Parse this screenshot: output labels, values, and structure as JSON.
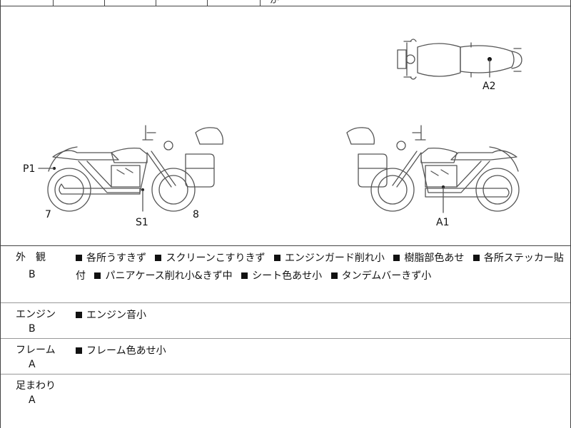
{
  "top": {
    "cut_text": "が　　　　　　　"
  },
  "diagram": {
    "labels": {
      "p1": "P1",
      "s1": "S1",
      "a1": "A1",
      "a2": "A2",
      "left_num": "7",
      "right_num": "8"
    }
  },
  "sections": [
    {
      "label": "外　観",
      "grade": "B",
      "line1": [
        "各所うすきず",
        "スクリーンこすりきず",
        "エンジンガード削れ小",
        "樹脂部色あせ",
        "各所ステッカー貼"
      ],
      "line2_prefix": "付",
      "line2": [
        "パニアケース削れ小&きず中",
        "シート色あせ小",
        "タンデムバーきず小"
      ]
    },
    {
      "label": "エンジン",
      "grade": "B",
      "items": [
        "エンジン音小"
      ]
    },
    {
      "label": "フレーム",
      "grade": "A",
      "items": [
        "フレーム色あせ小"
      ]
    },
    {
      "label": "足まわり",
      "grade": "A",
      "items": []
    }
  ]
}
